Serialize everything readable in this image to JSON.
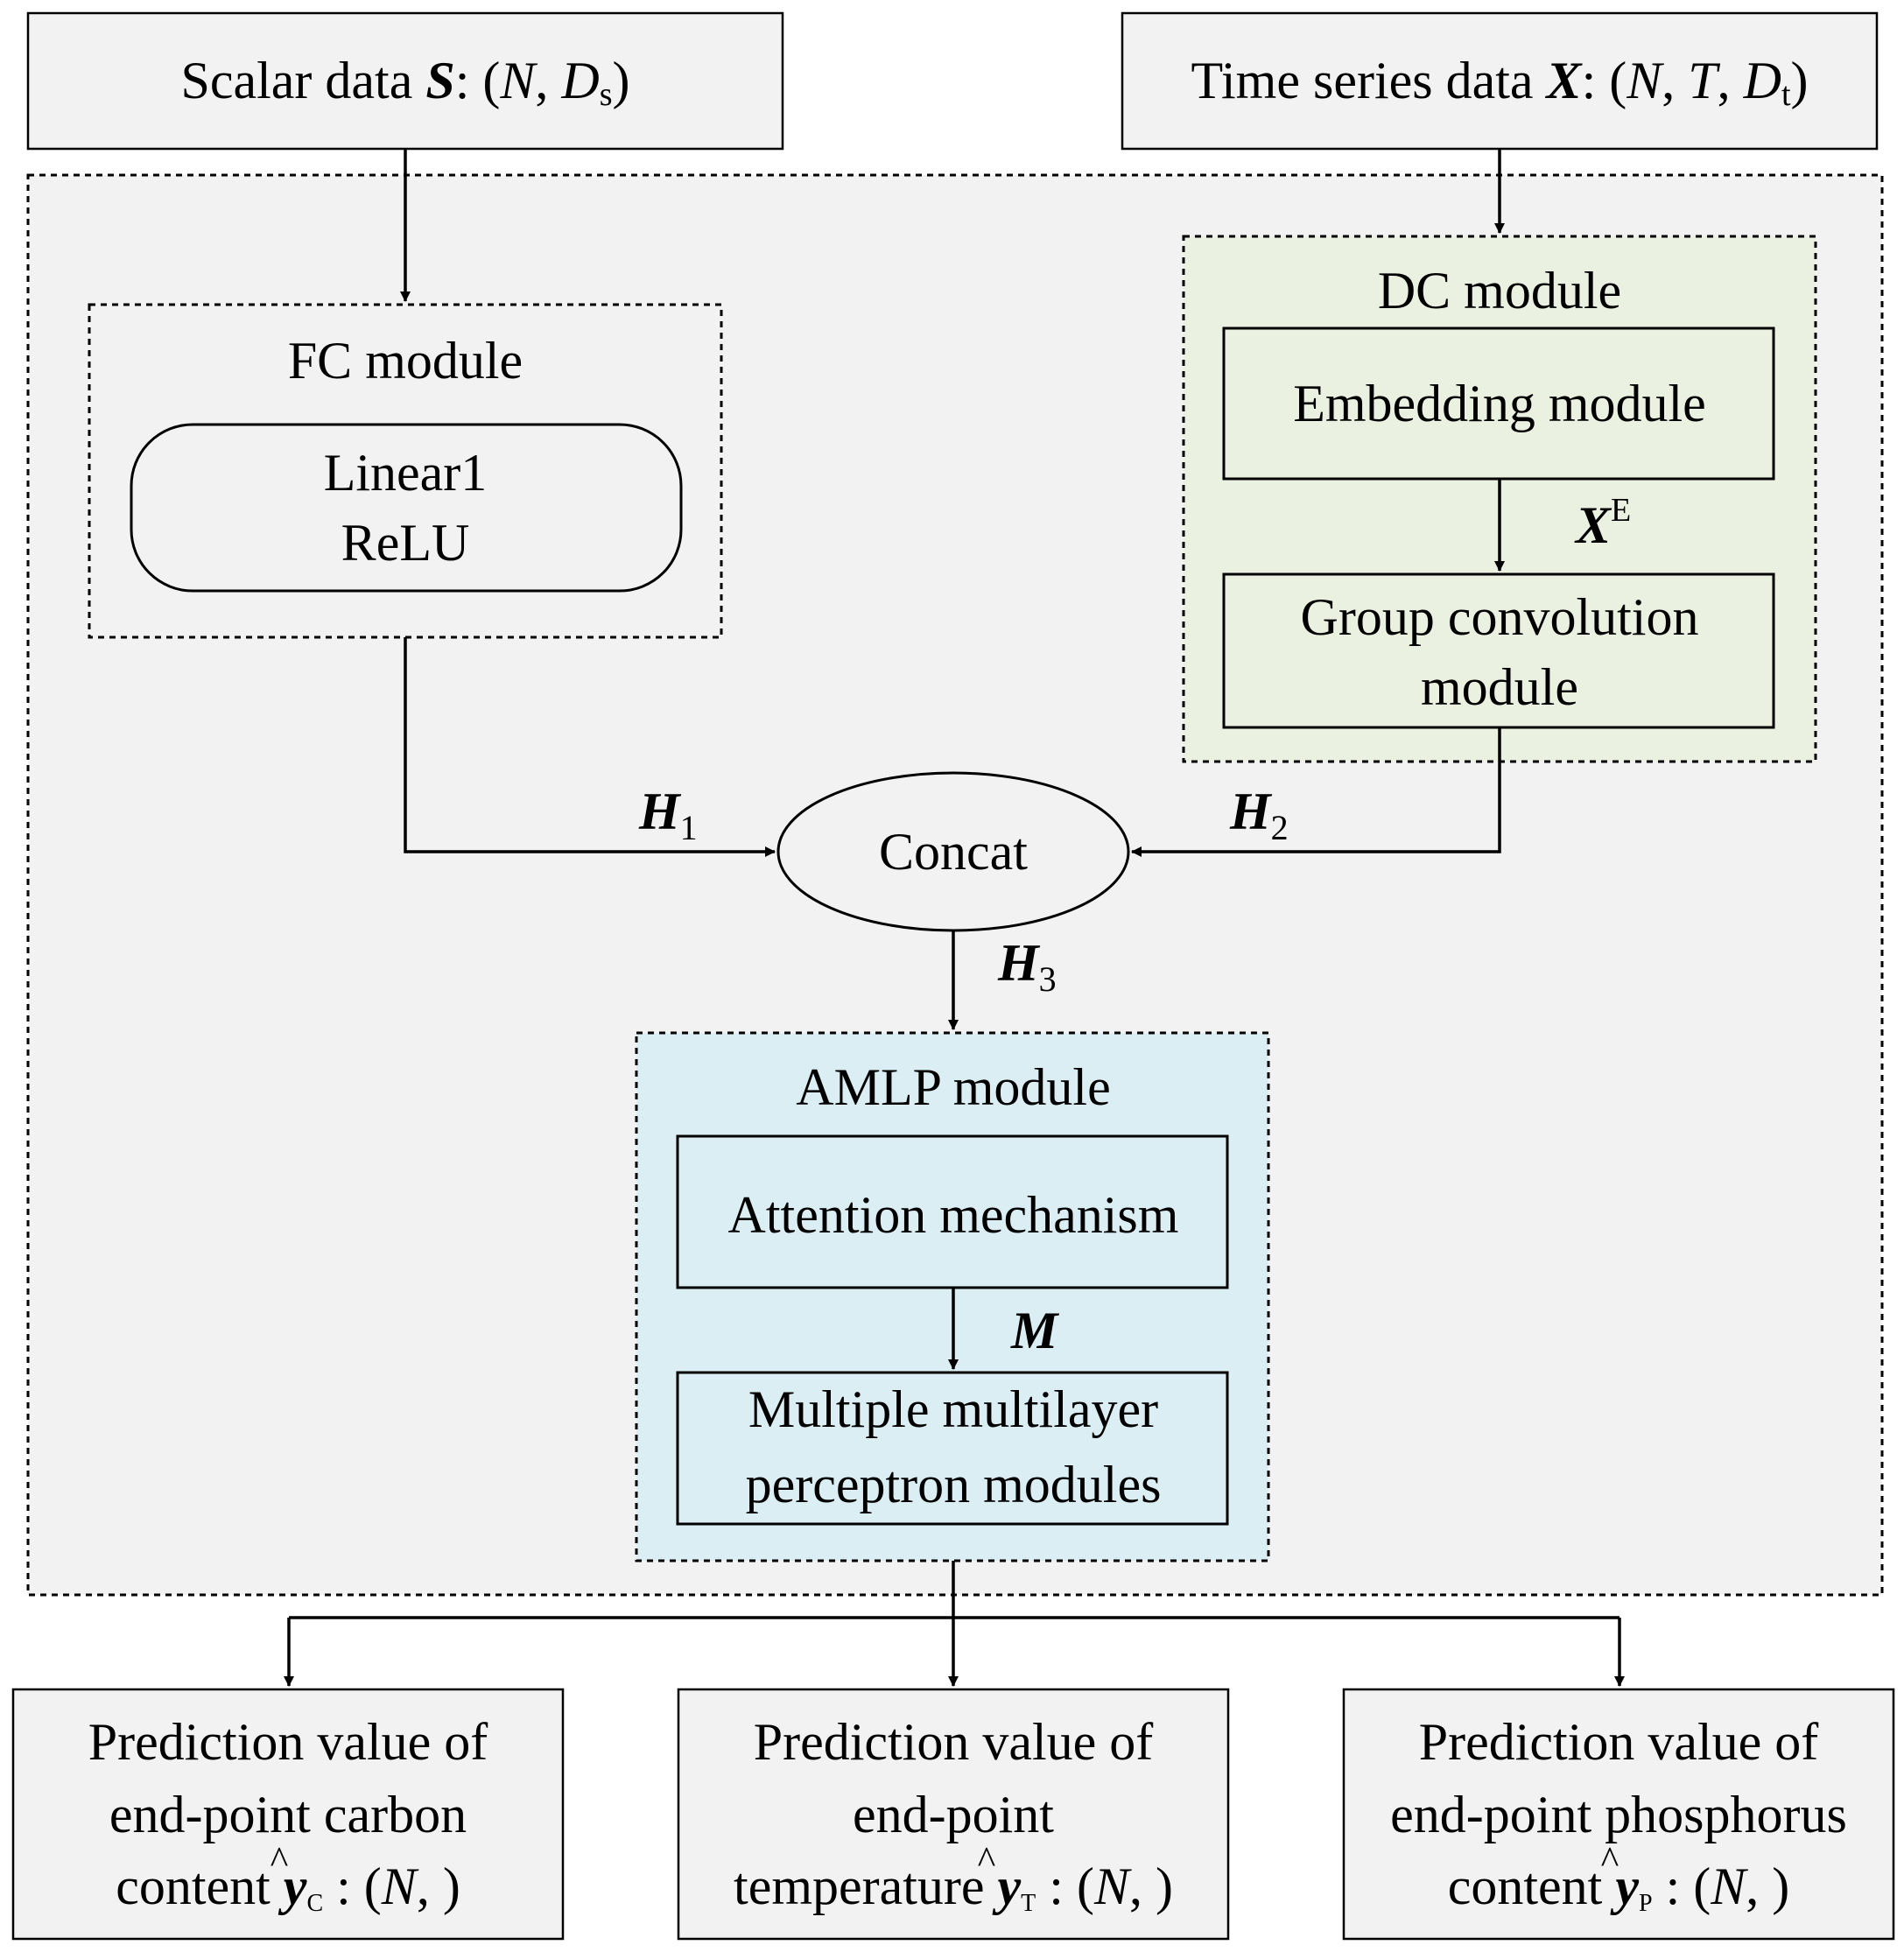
{
  "inputs": {
    "scalar": {
      "text": "Scalar data ",
      "symbol": "S",
      "colon": ": (",
      "n": "N",
      "sep": ", ",
      "d": "D",
      "d_sub": "s",
      "close": ")"
    },
    "timeseries": {
      "text": "Time series data ",
      "symbol": "X",
      "colon": ": (",
      "n": "N",
      "sep1": ", ",
      "t": "T",
      "sep2": ", ",
      "d": "D",
      "d_sub": "t",
      "close": ")"
    }
  },
  "fc_module": {
    "title": "FC module",
    "line1": "Linear1",
    "line2": "ReLU"
  },
  "dc_module": {
    "title": "DC module",
    "embedding": "Embedding module",
    "xe_symbol": "X",
    "xe_sup": "E",
    "group_line1": "Group convolution",
    "group_line2": "module"
  },
  "concat": {
    "label": "Concat"
  },
  "edges": {
    "h1": {
      "symbol": "H",
      "sub": "1"
    },
    "h2": {
      "symbol": "H",
      "sub": "2"
    },
    "h3": {
      "symbol": "H",
      "sub": "3"
    },
    "m": {
      "symbol": "M"
    }
  },
  "amlp_module": {
    "title": "AMLP module",
    "attention": "Attention mechanism",
    "mlp_line1": "Multiple multilayer",
    "mlp_line2": "perceptron modules"
  },
  "outputs": {
    "carbon": {
      "line1": "Prediction value of",
      "line2": "end-point carbon",
      "line3_prefix": "content ",
      "y": "y",
      "hat": "^",
      "sub": "C",
      "suffix_open": " : (",
      "n": "N",
      "suffix_close": ", )"
    },
    "temperature": {
      "line1": "Prediction value of",
      "line2": "end-point",
      "line3_prefix": "temperature ",
      "y": "y",
      "hat": "^",
      "sub": "T",
      "suffix_open": " : (",
      "n": "N",
      "suffix_close": ", )"
    },
    "phosphorus": {
      "line1": "Prediction value of",
      "line2": "end-point phosphorus",
      "line3_prefix": "content ",
      "y": "y",
      "hat": "^",
      "sub": "P",
      "suffix_open": " : (",
      "n": "N",
      "suffix_close": ", )"
    }
  },
  "colors": {
    "panel_bg": "#f2f2f2",
    "box_bg": "#f2f2f2",
    "dc_bg": "#ebf1e0",
    "amlp_bg": "#dbeef3",
    "stroke": "#000000"
  }
}
